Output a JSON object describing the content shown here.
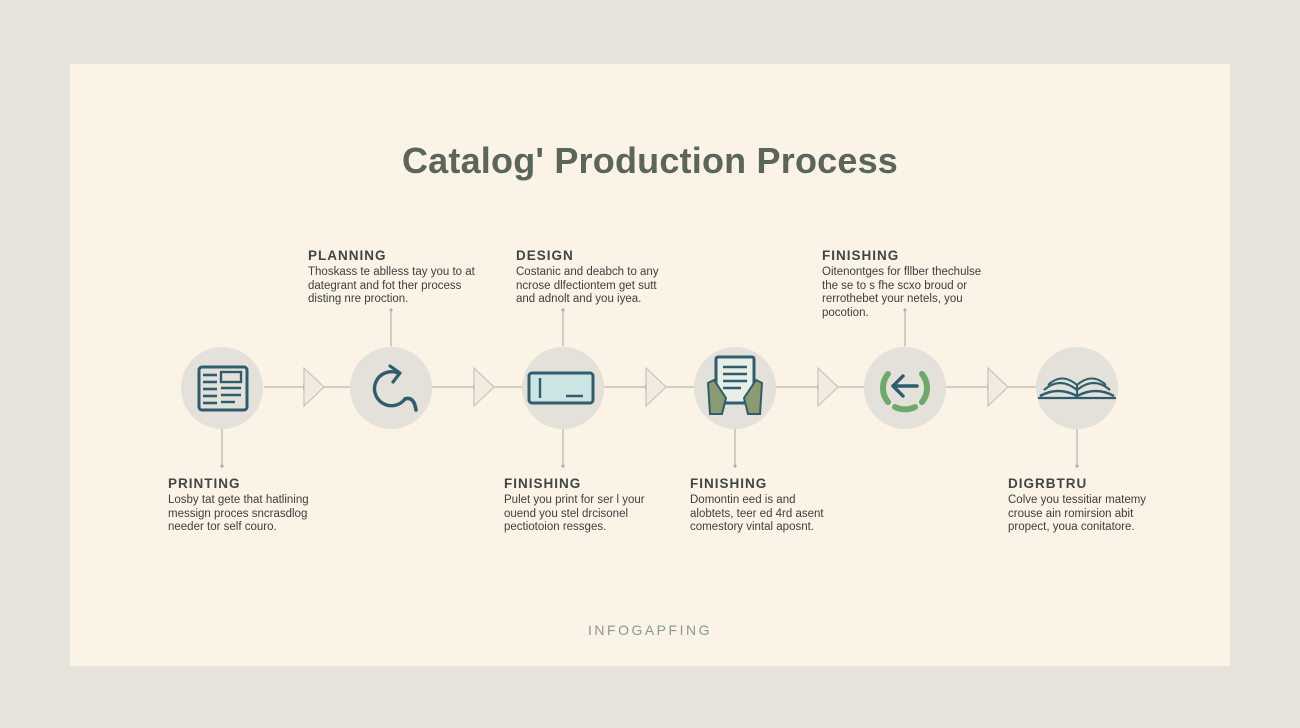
{
  "title": "Catalog' Production Process",
  "footer": "INFOGAPFING",
  "colors": {
    "background": "#e5e3da",
    "card": "#fbf3e6",
    "title": "#5a6659",
    "icon": "#2f5d6e",
    "accent_green": "#6fa86b"
  },
  "steps": [
    {
      "icon": "newspaper-icon",
      "label": "PRINTING",
      "lines": [
        "Losby tat gete that hatlining",
        "messign proces sncrasdlog",
        "needer tor self couro."
      ]
    },
    {
      "icon": "refresh-icon",
      "label": "PLANNING",
      "lines": [
        "Thoskass te ablless tay you to at",
        "dategrant and fot ther process",
        "disting nre proction."
      ]
    },
    {
      "icon": "card-icon",
      "label": "FINISHING",
      "lines": [
        "Pulet you print for ser l your",
        "ouend you stel drcisonel",
        "pectiotoion ressges."
      ]
    },
    {
      "icon": "document-hands-icon",
      "label": "DESIGN",
      "lines": [
        "Costanic and deabch to any",
        "ncrose dlfectiontem get sutt",
        "and adnolt and you iyea."
      ]
    },
    {
      "icon": "hands-document-icon",
      "label": "FINISHING",
      "lines": [
        "Domontin eed is and",
        "alobtets, teer ed 4rd asent",
        "comestory vintal aposnt."
      ]
    },
    {
      "icon": "back-arrow-circle-icon",
      "label": "FINISHING",
      "lines": [
        "Oitenontges for fllber thechulse",
        "the se to s fhe scxo broud or",
        "rerrothebet your netels, you",
        "pocotion."
      ]
    },
    {
      "icon": "open-book-icon",
      "label": "DIGRBTRU",
      "lines": [
        "Colve you tessitiar matemy",
        "crouse ain romirsion abit",
        "propect, youa conitatore."
      ]
    }
  ]
}
